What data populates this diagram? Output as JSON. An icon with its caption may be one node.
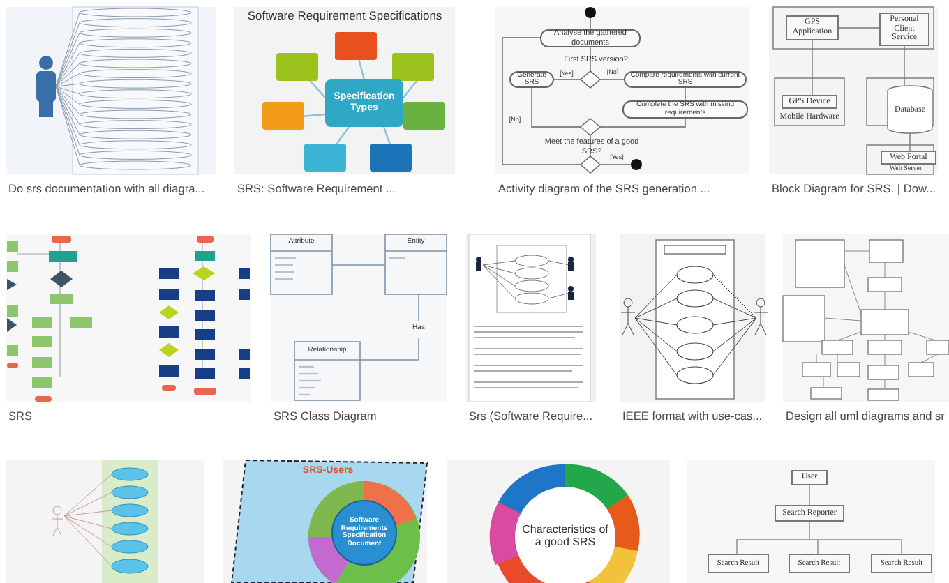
{
  "diagram": {
    "labels": [
      "Software Requirement Specifications",
      "Specification Types",
      "Analyse the gathered documents",
      "First SRS version?",
      "[Yes]",
      "[No]",
      "Generate SRS",
      "Compare requirements with current SRS",
      "Complete the SRS with missing requirements",
      "[No]",
      "Meet the features of a good SRS?",
      "[Yes]",
      "GPS Application",
      "Personal Client Service",
      "GPS Device",
      "Mobile Hardware",
      "Database",
      "Web Portal",
      "Web Server",
      "Do srs documentation with all diagra...",
      "SRS: Software Requirement ...",
      "Activity diagram of the SRS generation ...",
      "Block Diagram for SRS. | Dow...",
      "Attribute",
      "Entity",
      "Has",
      "Relationship",
      "SRS",
      "SRS Class Diagram",
      "Srs (Software Require...",
      "IEEE format with use-cas...",
      "Design all uml diagrams and sr",
      "SRS-Users",
      "Software Requirements Specification Document",
      "Characteristics of a good SRS",
      "User",
      "Search Reporter",
      "Search Result",
      "Search Result",
      "Search Result"
    ]
  }
}
